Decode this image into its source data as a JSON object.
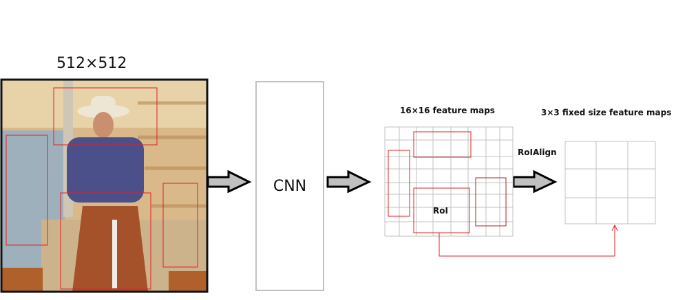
{
  "input_image": {
    "label": "512×512"
  },
  "cnn": {
    "label": "CNN"
  },
  "feature_map": {
    "label": "16×16 feature maps",
    "roi_label": "RoI"
  },
  "operation": {
    "label": "RoIAlign"
  },
  "output_map": {
    "label": "3×3 fixed size feature maps"
  },
  "colors": {
    "roi_box": "#e02020",
    "grid": "#c0c0c0",
    "arrow_fill": "#c0c0c0"
  }
}
